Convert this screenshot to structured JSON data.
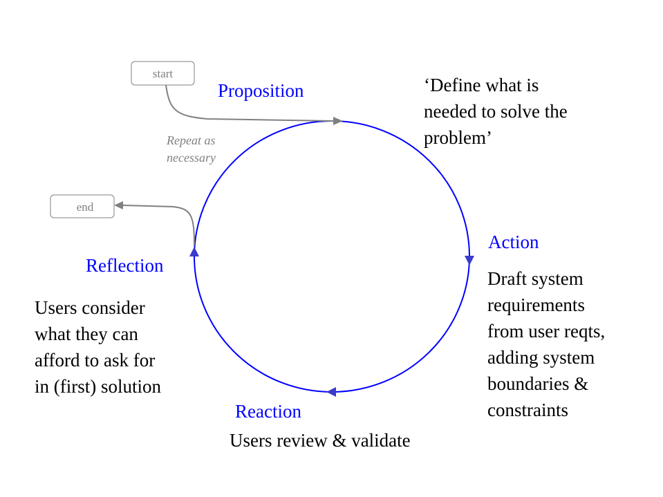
{
  "colors": {
    "cycle": "#0000ff",
    "arrow_fill": "#3a3acc",
    "connector": "#808080",
    "text": "#000000",
    "phase_text": "#0000ff"
  },
  "nodes": {
    "start": "start",
    "end": "end"
  },
  "note": "Repeat as\nnecessary",
  "phases": [
    {
      "id": "proposition",
      "label": "Proposition",
      "description": "‘Define what is\nneeded to solve the\nproblem’"
    },
    {
      "id": "action",
      "label": "Action",
      "description": "Draft system\nrequirements\nfrom user reqts,\nadding system\nboundaries &\nconstraints"
    },
    {
      "id": "reaction",
      "label": "Reaction",
      "description": "Users review & validate"
    },
    {
      "id": "reflection",
      "label": "Reflection",
      "description": "Users consider\nwhat they can\nafford to ask for\nin (first) solution"
    }
  ]
}
